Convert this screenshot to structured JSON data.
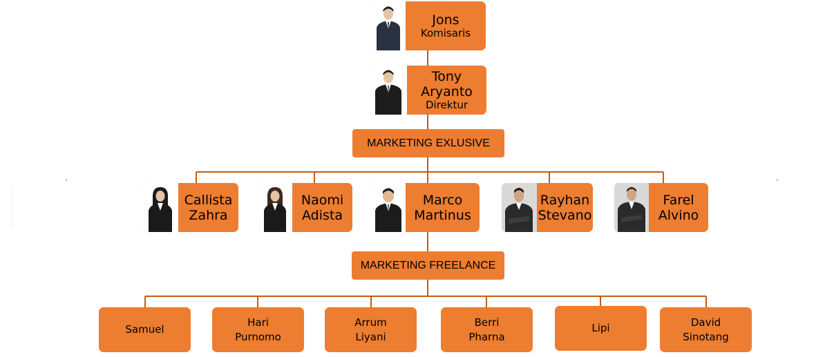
{
  "top": [
    {
      "name": [
        "Jons"
      ],
      "role": "Komisaris"
    },
    {
      "name": [
        "Tony",
        "Aryanto"
      ],
      "role": "Direktur"
    }
  ],
  "groups": [
    {
      "label": "MARKETING EXLUSIVE"
    },
    {
      "label": "MARKETING FREELANCE"
    }
  ],
  "exclusive": [
    {
      "name": [
        "Callista",
        "Zahra"
      ]
    },
    {
      "name": [
        "Naomi",
        "Adista"
      ]
    },
    {
      "name": [
        "Marco",
        "Martinus"
      ]
    },
    {
      "name": [
        "Rayhan",
        "Stevano"
      ]
    },
    {
      "name": [
        "Farel",
        "Alvino"
      ]
    }
  ],
  "freelance": [
    {
      "name": [
        "Samuel"
      ]
    },
    {
      "name": [
        "Hari",
        "Purnomo"
      ]
    },
    {
      "name": [
        "Arrum",
        "Liyani"
      ]
    },
    {
      "name": [
        "Berri",
        "Pharna"
      ]
    },
    {
      "name": [
        "Lipi"
      ]
    },
    {
      "name": [
        "David",
        "Sinotang"
      ]
    }
  ],
  "colors": {
    "box": "#ED7D31",
    "connector": "#C55A11"
  }
}
